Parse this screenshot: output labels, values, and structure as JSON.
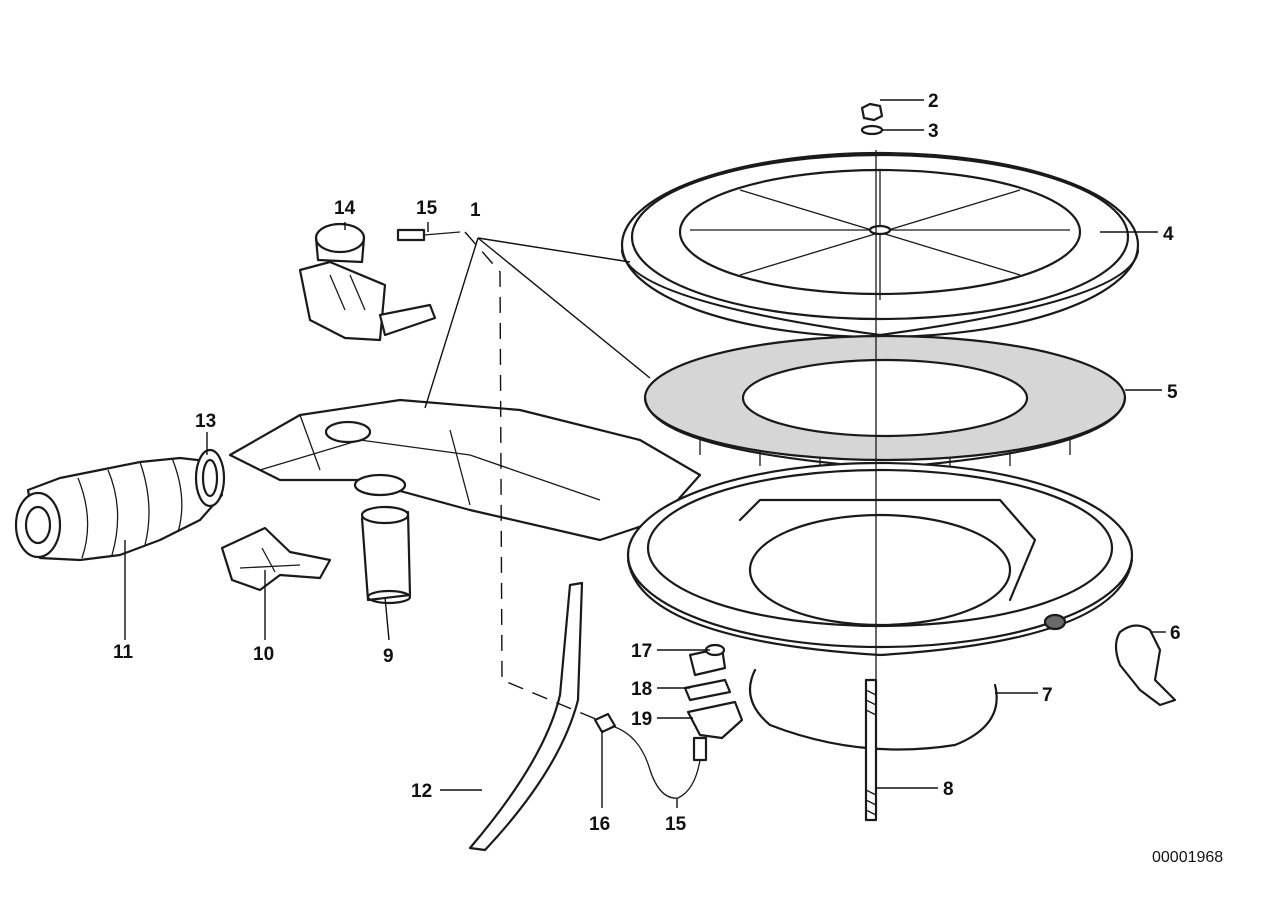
{
  "callouts": [
    {
      "id": "c1",
      "label": "1"
    },
    {
      "id": "c2",
      "label": "2"
    },
    {
      "id": "c3",
      "label": "3"
    },
    {
      "id": "c4",
      "label": "4"
    },
    {
      "id": "c5",
      "label": "5"
    },
    {
      "id": "c6",
      "label": "6"
    },
    {
      "id": "c7",
      "label": "7"
    },
    {
      "id": "c8",
      "label": "8"
    },
    {
      "id": "c9",
      "label": "9"
    },
    {
      "id": "c10",
      "label": "10"
    },
    {
      "id": "c11",
      "label": "11"
    },
    {
      "id": "c12",
      "label": "12"
    },
    {
      "id": "c13",
      "label": "13"
    },
    {
      "id": "c14",
      "label": "14"
    },
    {
      "id": "c15a",
      "label": "15"
    },
    {
      "id": "c15b",
      "label": "15"
    },
    {
      "id": "c16",
      "label": "16"
    },
    {
      "id": "c17",
      "label": "17"
    },
    {
      "id": "c18",
      "label": "18"
    },
    {
      "id": "c19",
      "label": "19"
    }
  ],
  "drawing_number": "00001968",
  "colors": {
    "ink": "#1a1a1a",
    "paper": "#ffffff",
    "shade": "#d6d6d6"
  }
}
